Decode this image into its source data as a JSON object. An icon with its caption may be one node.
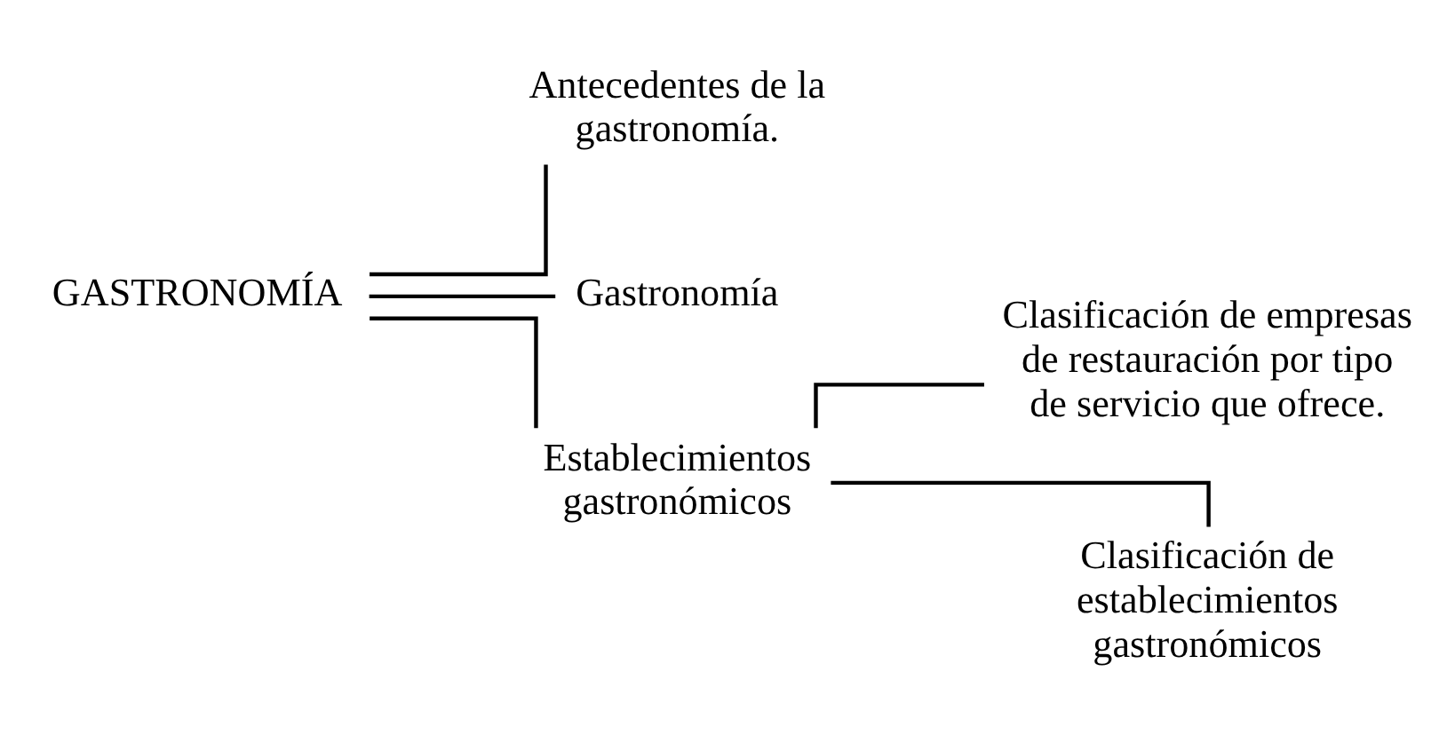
{
  "diagram": {
    "nodes": [
      {
        "text": [
          "GASTRONOMÍA"
        ]
      },
      {
        "text": [
          "Antecedentes de la gastronomía."
        ]
      },
      {
        "text": [
          "Gastronomía"
        ]
      },
      {
        "text": [
          "Establecimientos gastronómicos"
        ]
      },
      {
        "text": [
          "Clasificación de empresas de restauración por tipo de servicio que ofrece."
        ]
      },
      {
        "text": [
          "Clasificación de establecimientos gastronómicos"
        ]
      }
    ],
    "edges": [
      {
        "from": 0,
        "to": 1,
        "arrow": "none"
      },
      {
        "from": 0,
        "to": 2,
        "arrow": "none"
      },
      {
        "from": 0,
        "to": 3,
        "arrow": "none"
      },
      {
        "from": 3,
        "to": 4,
        "arrow": "none"
      },
      {
        "from": 3,
        "to": 5,
        "arrow": "none"
      }
    ]
  }
}
